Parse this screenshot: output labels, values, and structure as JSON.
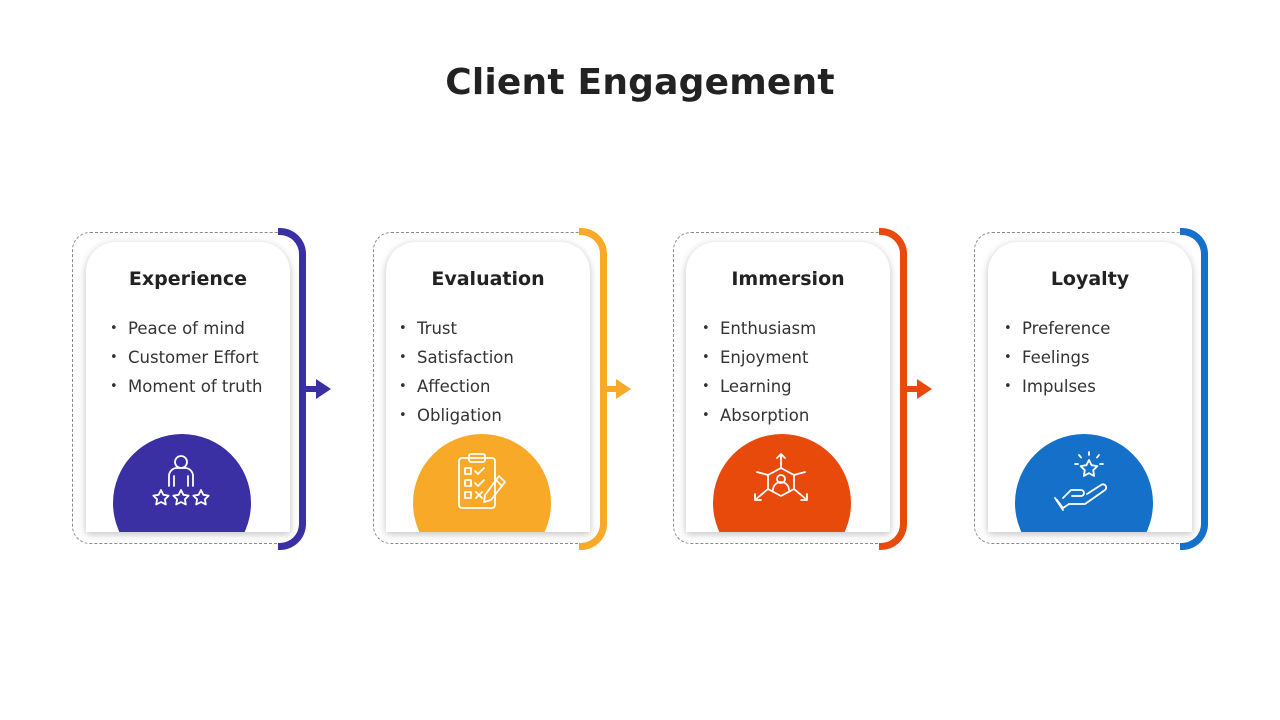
{
  "title": "Client Engagement",
  "cards": [
    {
      "title": "Experience",
      "items": [
        "Peace of mind",
        "Customer Effort",
        "Moment of truth"
      ],
      "color": "#3a2fa3",
      "icon": "person-rating-icon"
    },
    {
      "title": "Evaluation",
      "items": [
        "Trust",
        "Satisfaction",
        "Affection",
        "Obligation"
      ],
      "color": "#f9a928",
      "icon": "checklist-clipboard-icon"
    },
    {
      "title": "Immersion",
      "items": [
        "Enthusiasm",
        "Enjoyment",
        "Learning",
        "Absorption"
      ],
      "color": "#e84a0c",
      "icon": "network-cube-icon"
    },
    {
      "title": "Loyalty",
      "items": [
        "Preference",
        "Feelings",
        "Impulses"
      ],
      "color": "#1570c9",
      "icon": "hand-star-icon"
    }
  ]
}
